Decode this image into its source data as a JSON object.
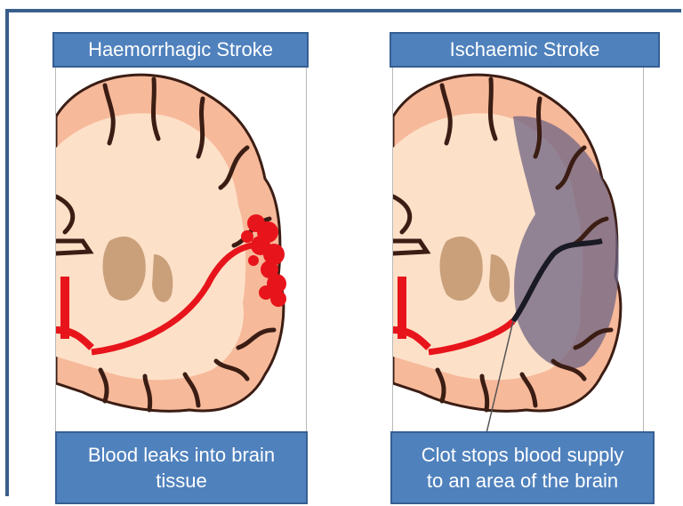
{
  "panels": [
    {
      "id": "haemorrhagic",
      "title": "Haemorrhagic Stroke",
      "caption_lines": [
        "Blood leaks into brain",
        "tissue"
      ]
    },
    {
      "id": "ischaemic",
      "title": "Ischaemic Stroke",
      "caption_lines": [
        "Clot stops blood supply",
        "to an area of the brain"
      ]
    }
  ],
  "colors": {
    "frame": "#3a5e8c",
    "box_fill": "#4f81bd",
    "box_border": "#355f93",
    "cortex": "#f6b99a",
    "white_matter": "#fde0c8",
    "sulci": "#3b1d14",
    "blood": "#e8141b",
    "ischaemic_zone": "#6d6483"
  }
}
